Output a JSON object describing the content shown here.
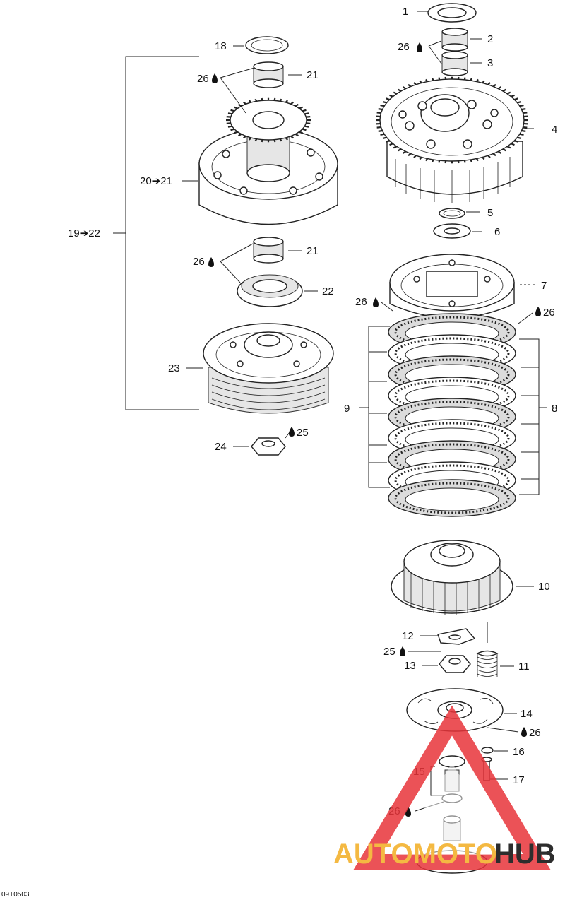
{
  "diagram": {
    "code": "09T0503",
    "callouts": [
      {
        "id": "c1",
        "text": "1"
      },
      {
        "id": "c2",
        "text": "2"
      },
      {
        "id": "c26a",
        "text": "26"
      },
      {
        "id": "c3",
        "text": "3"
      },
      {
        "id": "c4",
        "text": "4"
      },
      {
        "id": "c5",
        "text": "5"
      },
      {
        "id": "c6",
        "text": "6"
      },
      {
        "id": "c7",
        "text": "7"
      },
      {
        "id": "c26b",
        "text": "26"
      },
      {
        "id": "c26c",
        "text": "26"
      },
      {
        "id": "c8",
        "text": "8"
      },
      {
        "id": "c9",
        "text": "9"
      },
      {
        "id": "c10",
        "text": "10"
      },
      {
        "id": "c12",
        "text": "12"
      },
      {
        "id": "c25a",
        "text": "25"
      },
      {
        "id": "c13",
        "text": "13"
      },
      {
        "id": "c11",
        "text": "11"
      },
      {
        "id": "c14",
        "text": "14"
      },
      {
        "id": "c26d",
        "text": "26"
      },
      {
        "id": "c16",
        "text": "16"
      },
      {
        "id": "c15",
        "text": "15"
      },
      {
        "id": "c17",
        "text": "17"
      },
      {
        "id": "c26e",
        "text": "26"
      },
      {
        "id": "c18",
        "text": "18"
      },
      {
        "id": "c26f",
        "text": "26"
      },
      {
        "id": "c21a",
        "text": "21"
      },
      {
        "id": "c20",
        "text": "20➔21"
      },
      {
        "id": "c19",
        "text": "19➔22"
      },
      {
        "id": "c26g",
        "text": "26"
      },
      {
        "id": "c21b",
        "text": "21"
      },
      {
        "id": "c22",
        "text": "22"
      },
      {
        "id": "c23",
        "text": "23"
      },
      {
        "id": "c24",
        "text": "24"
      },
      {
        "id": "c25b",
        "text": "25"
      }
    ]
  },
  "watermark": {
    "word_part1": "AUTOMOTO",
    "word_part2": "HUB",
    "color_triangle": "#e8343a",
    "color_text1": "#f4b942",
    "color_text2": "#2d2d2d",
    "icon": "warning-triangle-logo"
  },
  "colors": {
    "ink": "#111111",
    "background": "#ffffff"
  }
}
